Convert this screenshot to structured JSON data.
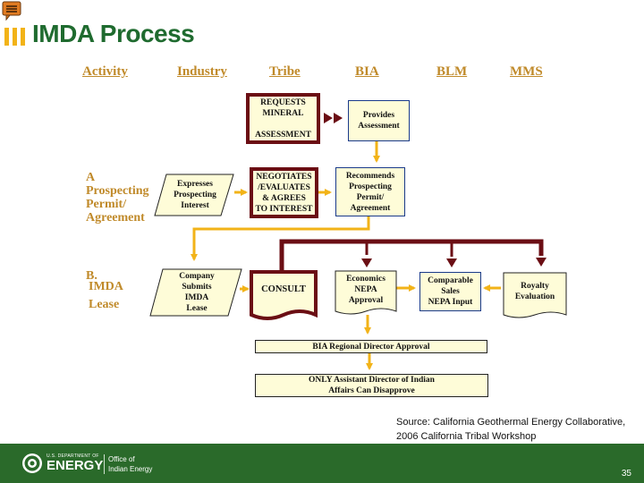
{
  "title": "IMDA Process",
  "columns": [
    "Activity",
    "Industry",
    "Tribe",
    "BIA",
    "BLM",
    "MMS"
  ],
  "sections": {
    "a": "A\nProspecting\nPermit/\nAgreement",
    "b_head": "B.",
    "b_body": "IMDA\n\nLease"
  },
  "boxes": {
    "requests": "REQUESTS\nMINERAL\n\nASSESSMENT",
    "provides": "Provides\nAssessment",
    "expresses": "Expresses\nProspecting\nInterest",
    "negotiates": "NEGOTIATES\n/EVALUATES\n& AGREES\nTO INTEREST",
    "recommends": "Recommends\nProspecting\nPermit/\nAgreement",
    "company": "Company\nSubmits\nIMDA\nLease",
    "consult": "CONSULT",
    "economics": "Economics\nNEPA\nApproval",
    "comparable": "Comparable\nSales\nNEPA Input",
    "royalty": "Royalty\nEvaluation",
    "regional": "BIA Regional Director Approval",
    "assistant": "ONLY Assistant Director of Indian\nAffairs Can Disapprove"
  },
  "source": "Source: California Geothermal Energy Collaborative,\n2006 California Tribal Workshop",
  "page_number": "35",
  "footer": {
    "dept_small": "U.S. DEPARTMENT OF",
    "dept_big": "ENERGY",
    "office": "Office of\nIndian Energy"
  },
  "colors": {
    "title": "#1f6b2f",
    "accent": "#f2b318",
    "column_heading": "#c08a2a",
    "box_fill": "#fefcd8",
    "maroon": "#6b0e14",
    "blue": "#1a3a8a",
    "footer": "#2a6a2a"
  }
}
